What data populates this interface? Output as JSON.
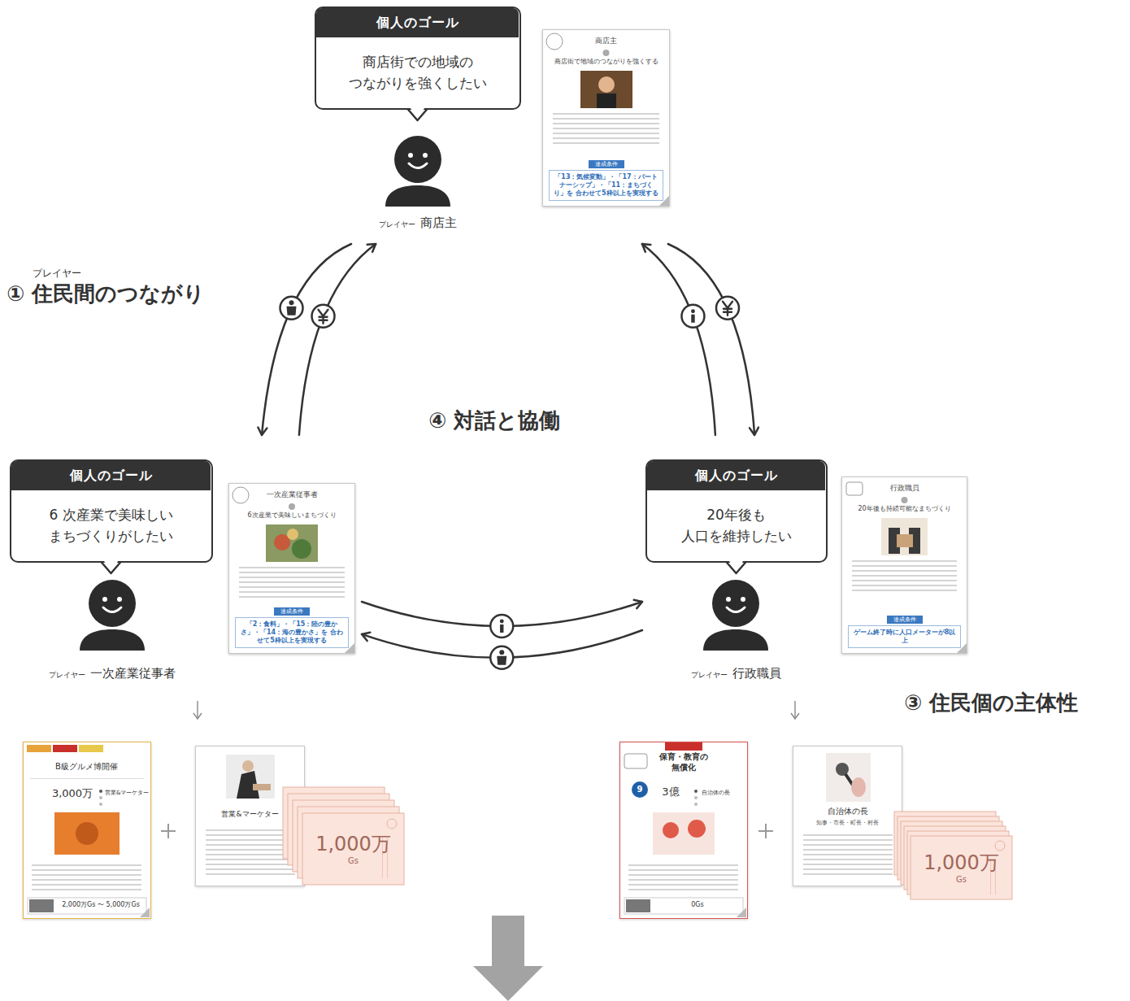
{
  "diagram": {
    "nodes": [
      {
        "text": [
          "プレイヤー",
          "商店主"
        ]
      },
      {
        "text": [
          "個人のゴール",
          "商店街での地域の つながりを強くしたい"
        ],
        "in": 0
      },
      {
        "text": [
          "商店主",
          "商店街で地域のつながりを強くする",
          "達成条件",
          "「13：気候変動」・「17：パートナーシップ」・「11：まちづくり」を 合わせて5枠以上を実現する"
        ],
        "in": 0
      },
      {
        "text": [
          "プレイヤー",
          "一次産業従事者"
        ]
      },
      {
        "text": [
          "個人のゴール",
          "6 次産業で美味しい まちづくりがしたい"
        ],
        "in": 3
      },
      {
        "text": [
          "一次産業従事者",
          "6次産業で美味しいまちづくり",
          "達成条件",
          "「2：食料」・「15：陸の豊かさ」・「14：海の豊かさ」を 合わせて5枠以上を実現する"
        ],
        "in": 3
      },
      {
        "text": [
          "プレイヤー",
          "行政職員"
        ]
      },
      {
        "text": [
          "個人のゴール",
          "20年後も 人口を維持したい"
        ],
        "in": 6
      },
      {
        "text": [
          "行政職員",
          "20年後も持続可能なまちづくり",
          "達成条件",
          "ゲーム終了時に人口メーターが8以上"
        ],
        "in": 6
      },
      {
        "text": [
          "B級グルメ博開催",
          "3,000万",
          "営業&マーケター",
          "2,000万Gs 〜 5,000万Gs"
        ]
      },
      {
        "text": [
          "営業&マーケター"
        ]
      },
      {
        "text": [
          "1,000万",
          "Gs"
        ]
      },
      {
        "text": [
          "保育・教育の 無償化",
          "3億",
          "自治体の長",
          "0Gs"
        ]
      },
      {
        "text": [
          "9"
        ],
        "in": 12
      },
      {
        "text": [
          "自治体の長",
          "知事・市長・町長・村長"
        ]
      },
      {
        "text": [
          "1,000万",
          "Gs"
        ]
      }
    ],
    "edges": [
      {
        "from": 0,
        "to": 3,
        "arrow": "to"
      },
      {
        "from": 3,
        "to": 0,
        "arrow": "to"
      },
      {
        "from": 6,
        "to": 0,
        "arrow": "to"
      },
      {
        "from": 0,
        "to": 6,
        "arrow": "to"
      },
      {
        "from": 3,
        "to": 6,
        "arrow": "to"
      },
      {
        "from": 6,
        "to": 3,
        "arrow": "to"
      }
    ],
    "labels": [
      "プレイヤー",
      "① 住民間のつながり",
      "④ 対話と協働",
      "③ 住民個の主体性"
    ]
  }
}
